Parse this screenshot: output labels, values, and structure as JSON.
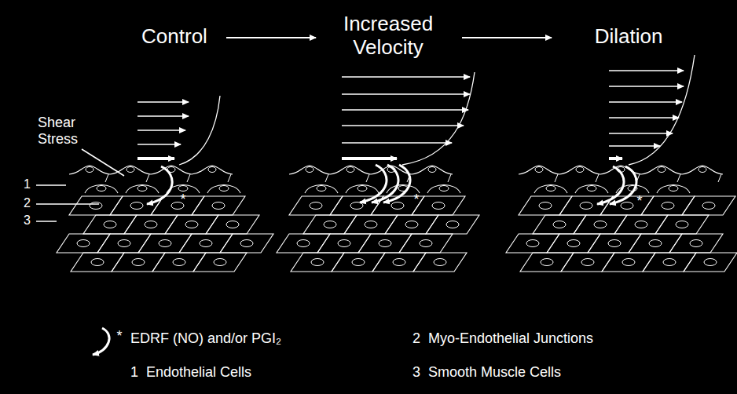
{
  "diagram": {
    "labels": [
      "Control",
      "Increased Velocity",
      "Dilation",
      "Shear Stress",
      "1",
      "2",
      "3",
      "*",
      "*",
      "*",
      "*",
      "EDRF (NO) and/or PGI₂",
      "2",
      "Myo-Endothelial Junctions",
      "1",
      "Endothelial Cells",
      "3",
      "Smooth Muscle Cells"
    ]
  }
}
